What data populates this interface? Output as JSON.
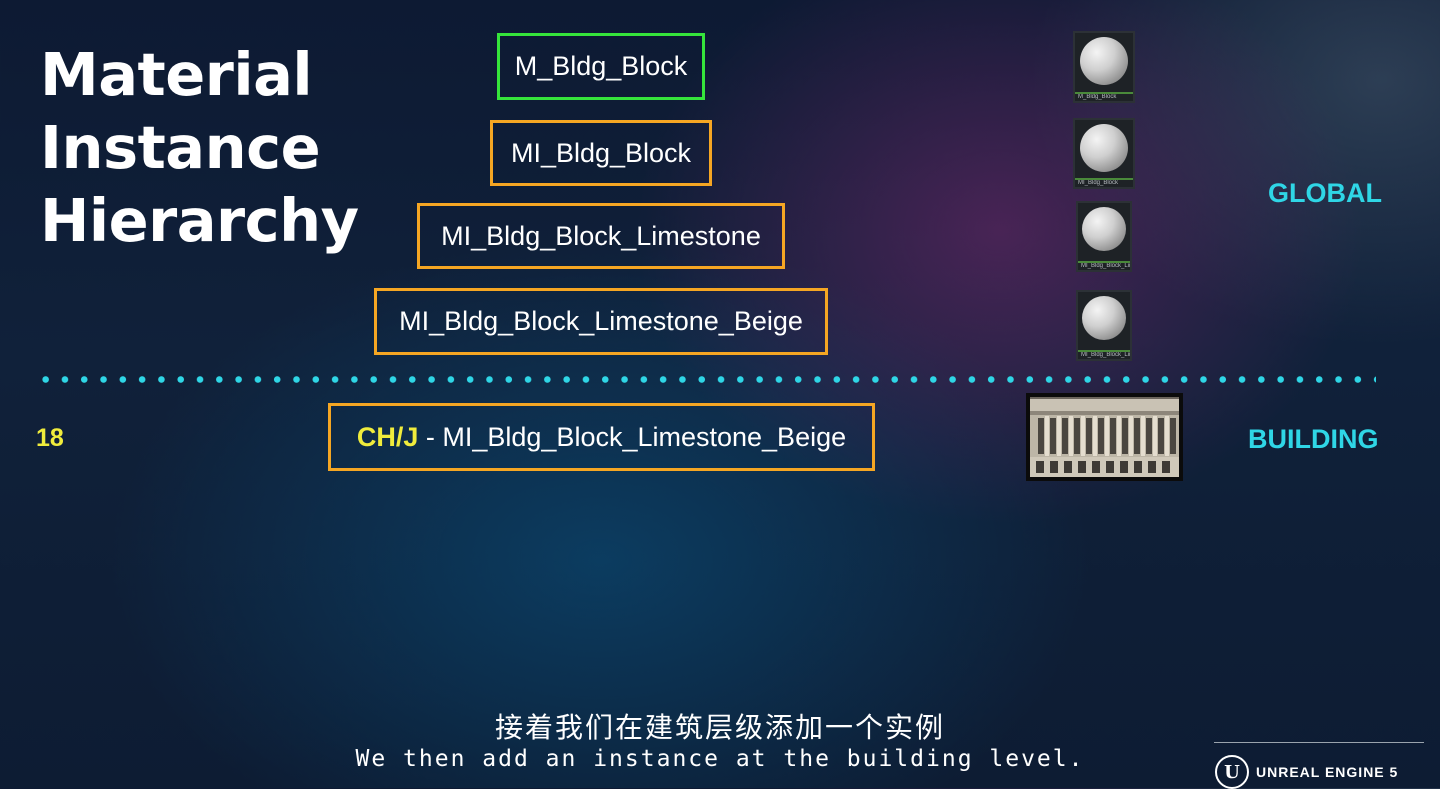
{
  "title": {
    "line1": "Material",
    "line2": "Instance",
    "line3": "Hierarchy"
  },
  "materials": [
    {
      "name": "M_Bldg_Block",
      "border_color": "#35e53b",
      "thumb_label": "M_Bldg_Block"
    },
    {
      "name": "MI_Bldg_Block",
      "border_color": "#f5a623",
      "thumb_label": "MI_Bldg_Block"
    },
    {
      "name": "MI_Bldg_Block_Limestone",
      "border_color": "#f5a623",
      "thumb_label": "MI_Bldg_Block_Limestone"
    },
    {
      "name": "MI_Bldg_Block_Limestone_Beige",
      "border_color": "#f5a623",
      "thumb_label": "MI_Bldg_Block_Limestone_Beige"
    }
  ],
  "global_label": "GLOBAL",
  "building_row": {
    "level_number": "18",
    "prefix": "CH/J",
    "name": " - MI_Bldg_Block_Limestone_Beige",
    "label": "BUILDING",
    "thumbnail_icon": "building-facade-image"
  },
  "divider_color": "#2fd6e6",
  "subtitles": {
    "chinese": "接着我们在建筑层级添加一个实例",
    "english": "We then add an instance at the building level."
  },
  "branding": {
    "logo_icon": "unreal-logo-icon",
    "logo_glyph": "U",
    "text": "UNREAL ENGINE 5"
  }
}
